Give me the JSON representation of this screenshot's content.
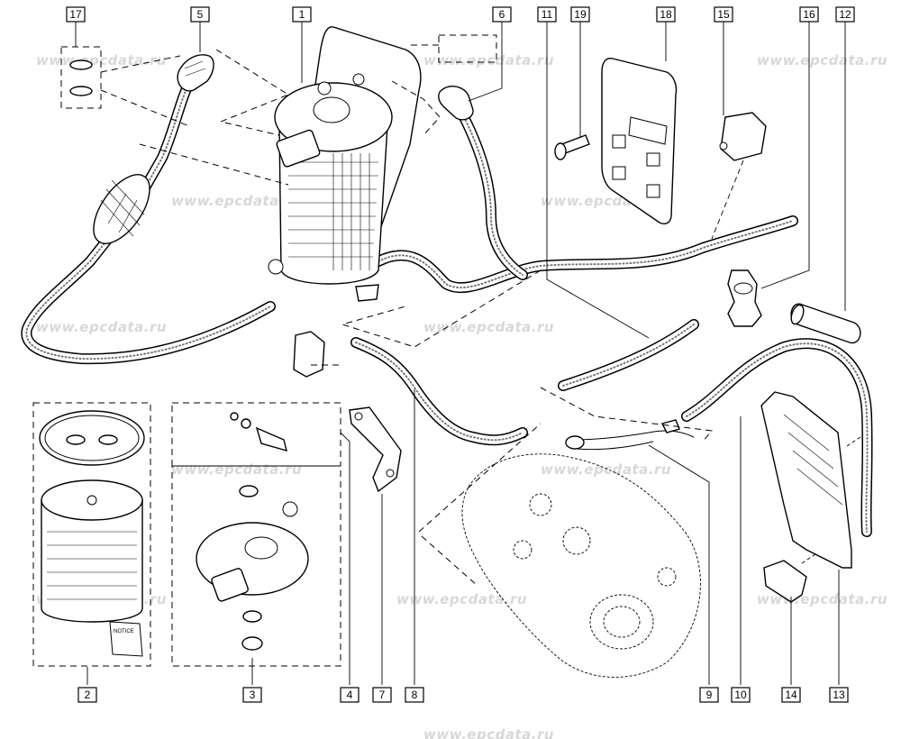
{
  "watermark": "www.epcdata.ru",
  "callouts": {
    "c1": "1",
    "c2": "2",
    "c3": "3",
    "c4": "4",
    "c5": "5",
    "c6": "6",
    "c7": "7",
    "c8": "8",
    "c9": "9",
    "c10": "10",
    "c11": "11",
    "c12": "12",
    "c13": "13",
    "c14": "14",
    "c15": "15",
    "c16": "16",
    "c17": "17",
    "c18": "18",
    "c19": "19"
  },
  "notice_label": "NOTICE"
}
